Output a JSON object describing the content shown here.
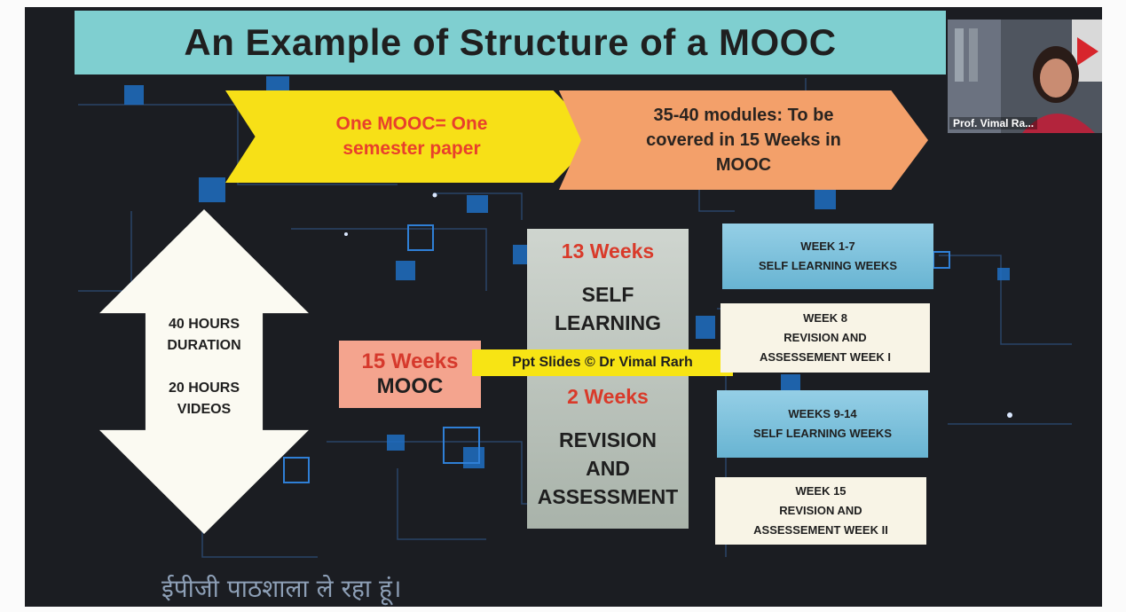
{
  "slide": {
    "title": "An Example of Structure of a MOOC",
    "chevron1": {
      "line1": "One MOOC= One",
      "line2": "semester paper"
    },
    "chevron2": {
      "line1": "35-40 modules: To be",
      "line2": "covered in 15 Weeks in",
      "line3": "MOOC"
    },
    "duration_arrow": {
      "line1": "40 HOURS",
      "line2": "DURATION",
      "line3": "20 HOURS",
      "line4": "VIDEOS"
    },
    "mooc_box": {
      "weeks": "15 Weeks",
      "label": "MOOC"
    },
    "center_box": {
      "self_weeks": "13 Weeks",
      "self_line1": "SELF",
      "self_line2": "LEARNING",
      "rev_weeks": "2 Weeks",
      "rev_line1": "REVISION",
      "rev_line2": "AND",
      "rev_line3": "ASSESSMENT"
    },
    "watermark": "Ppt Slides © Dr Vimal Rarh",
    "week_boxes": [
      {
        "title": "WEEK 1-7",
        "line1": "SELF LEARNING WEEKS",
        "line2": ""
      },
      {
        "title": "WEEK 8",
        "line1": "REVISION AND",
        "line2": "ASSESSEMENT WEEK I"
      },
      {
        "title": "WEEKS 9-14",
        "line1": "SELF LEARNING WEEKS",
        "line2": ""
      },
      {
        "title": "WEEK 15",
        "line1": "REVISION AND",
        "line2": "ASSESSEMENT WEEK II"
      }
    ],
    "subtitle": "ईपीजी पाठशाला ले रहा हूं।"
  },
  "presenter": {
    "name": "Prof. Vimal Ra..."
  },
  "colors": {
    "slide_bg": "#1b1d22",
    "title_bar": "#7fcfd0",
    "chevron_yellow": "#f7e017",
    "chevron_orange": "#f3a06a",
    "accent_red": "#d93a2a",
    "week_blue": "#7fc2dc",
    "week_cream": "#f8f4e6"
  }
}
